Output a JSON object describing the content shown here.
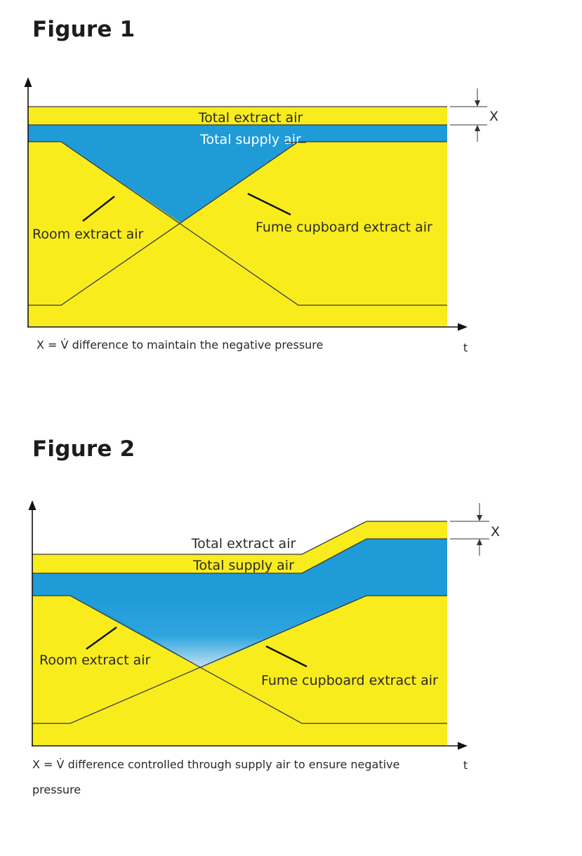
{
  "figure1": {
    "title": "Figure 1",
    "labels": {
      "total_extract": "Total extract air",
      "total_supply": "Total supply air",
      "room_extract": "Room extract air",
      "fume_extract": "Fume cupboard extract air",
      "x_marker": "X",
      "time_axis": "t",
      "caption": "X  = V̇ difference to maintain the negative pressure"
    }
  },
  "figure2": {
    "title": "Figure 2",
    "labels": {
      "total_extract": "Total extract air",
      "total_supply": "Total supply air",
      "room_extract": "Room extract air",
      "fume_extract": "Fume cupboard extract air",
      "x_marker": "X",
      "time_axis": "t",
      "caption_line1": "X  = V̇ difference controlled through supply air to ensure negative",
      "caption_line2": "pressure"
    }
  },
  "colors": {
    "yellow": "#f8ec1d",
    "blue": "#1f9bd8",
    "blue_light": "#c4e3f3",
    "line": "#3a3a3a",
    "axis": "#111111"
  }
}
